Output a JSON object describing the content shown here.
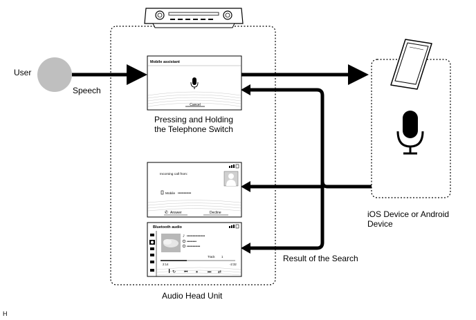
{
  "labels": {
    "user": "User",
    "speech": "Speech",
    "pressing_line1": "Pressing and Holding",
    "pressing_line2": "the Telephone Switch",
    "device_line1": "iOS Device or Android",
    "device_line2": "Device",
    "result": "Result of the Search",
    "head_unit": "Audio Head Unit",
    "corner_code": "H"
  },
  "screens": {
    "mobile_assistant": {
      "title": "Mobile assistant",
      "cancel": "Cancel"
    },
    "incoming_call": {
      "title": "Incoming call from:",
      "mobile": "Mobile",
      "number": "•••••••••••",
      "answer": "Answer",
      "decline": "Decline"
    },
    "bluetooth_audio": {
      "title": "Bluetooth audio",
      "track": "•••••••••••••••",
      "artist": "••••••••",
      "album": "•••••••••••",
      "track_label": "Track",
      "track_number": "1",
      "elapsed": "2:14",
      "remaining": "-2:32"
    }
  },
  "colors": {
    "line": "#000000",
    "user_circle": "#bfbfbf",
    "dotted_border": "#000000"
  },
  "icons": [
    "person-circle",
    "mic-icon",
    "smartphone-icon",
    "head-unit-icon",
    "phone-icon",
    "contact-icon"
  ]
}
